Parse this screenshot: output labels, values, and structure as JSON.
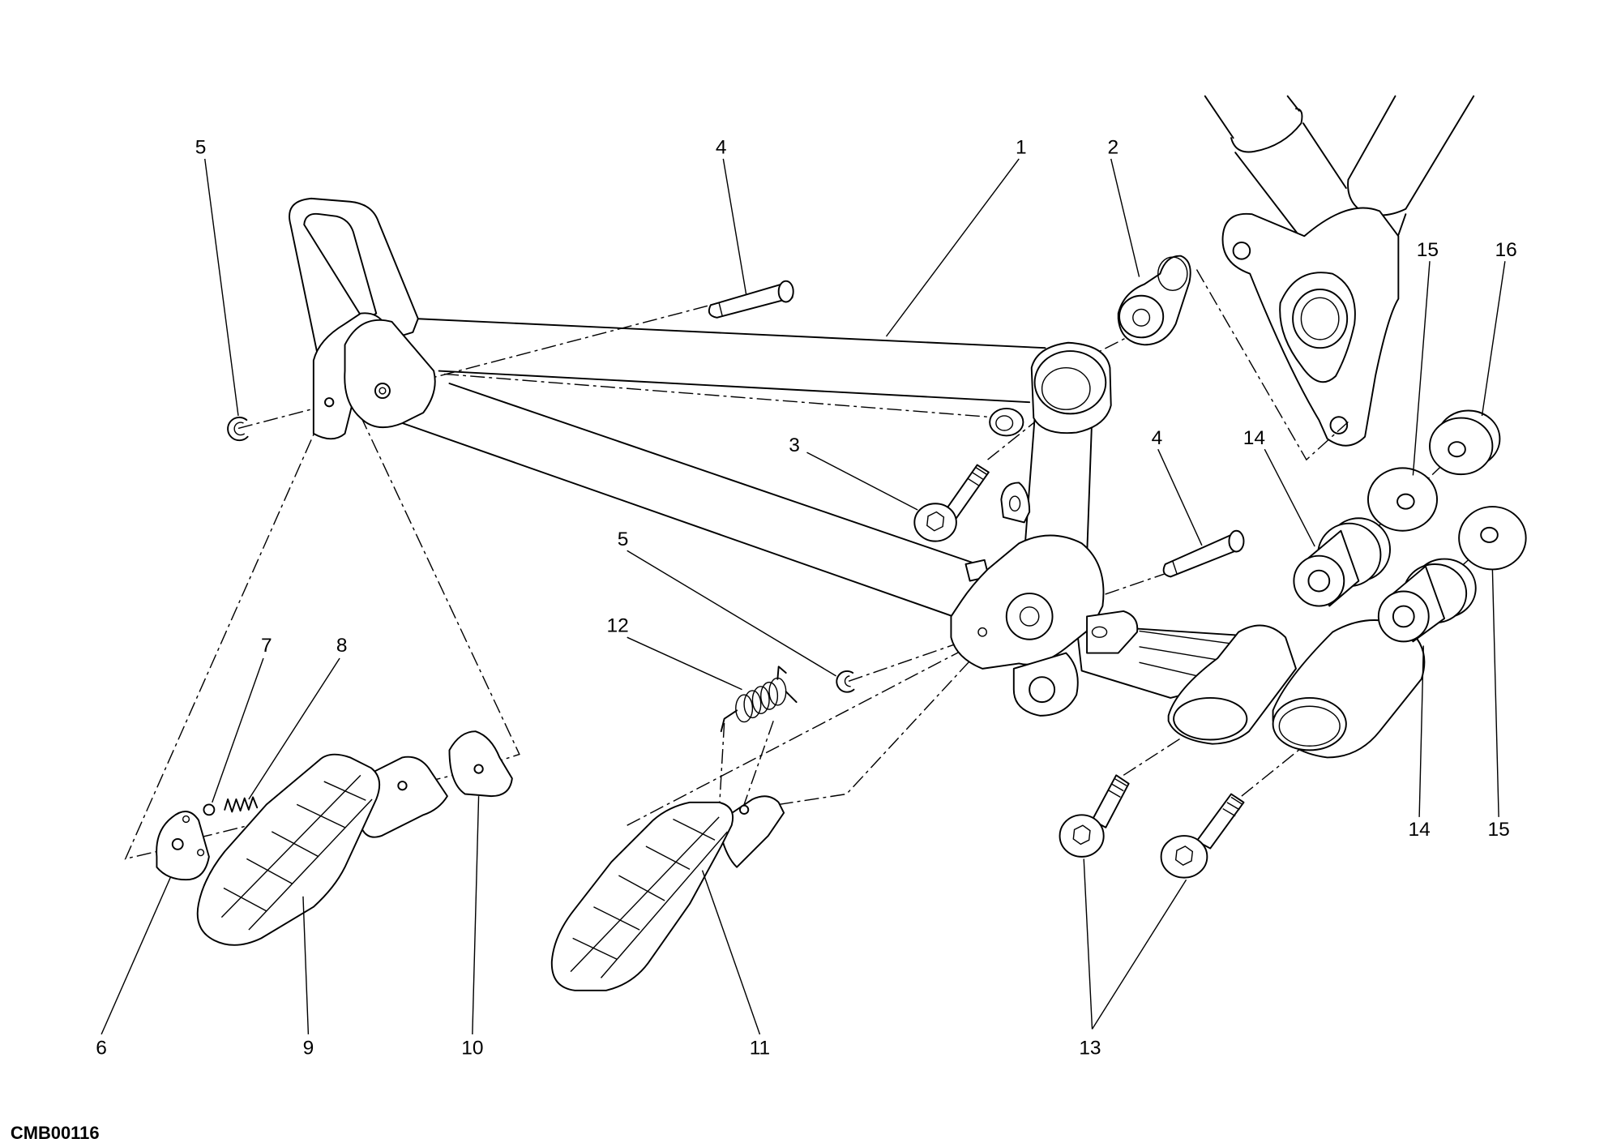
{
  "callouts": [
    "5",
    "4",
    "1",
    "2",
    "15",
    "16",
    "3",
    "4",
    "14",
    "5",
    "12",
    "7",
    "8",
    "14",
    "15",
    "6",
    "9",
    "10",
    "11",
    "13"
  ],
  "drawing_code": "CMB00116",
  "colors": {
    "line": "#000000",
    "background": "#ffffff"
  }
}
